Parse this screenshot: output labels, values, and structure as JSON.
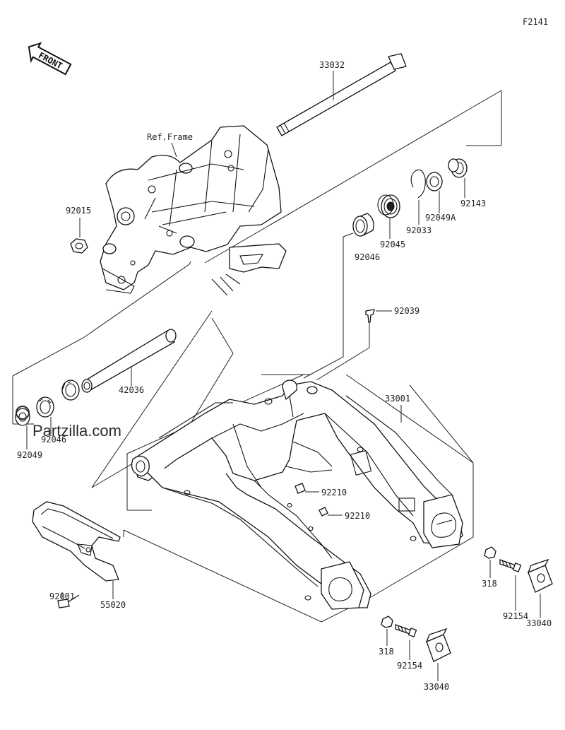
{
  "figure_code": "F2141",
  "front_label": "FRONT",
  "ref_frame_label": "Ref.Frame",
  "watermark": "Partzilla.com",
  "parts": {
    "p33032": "33032",
    "p92015": "92015",
    "p92143": "92143",
    "p92049A": "92049A",
    "p92033": "92033",
    "p92045": "92045",
    "p92046_top": "92046",
    "p92039": "92039",
    "p42036": "42036",
    "p33001": "33001",
    "p92046_left": "92046",
    "p92049": "92049",
    "p92210_a": "92210",
    "p92210_b": "92210",
    "p92001": "92001",
    "p55020": "55020",
    "p318_right": "318",
    "p92154_right": "92154",
    "p33040_right": "33040",
    "p318_bottom": "318",
    "p92154_bottom": "92154",
    "p33040_bottom": "33040"
  }
}
